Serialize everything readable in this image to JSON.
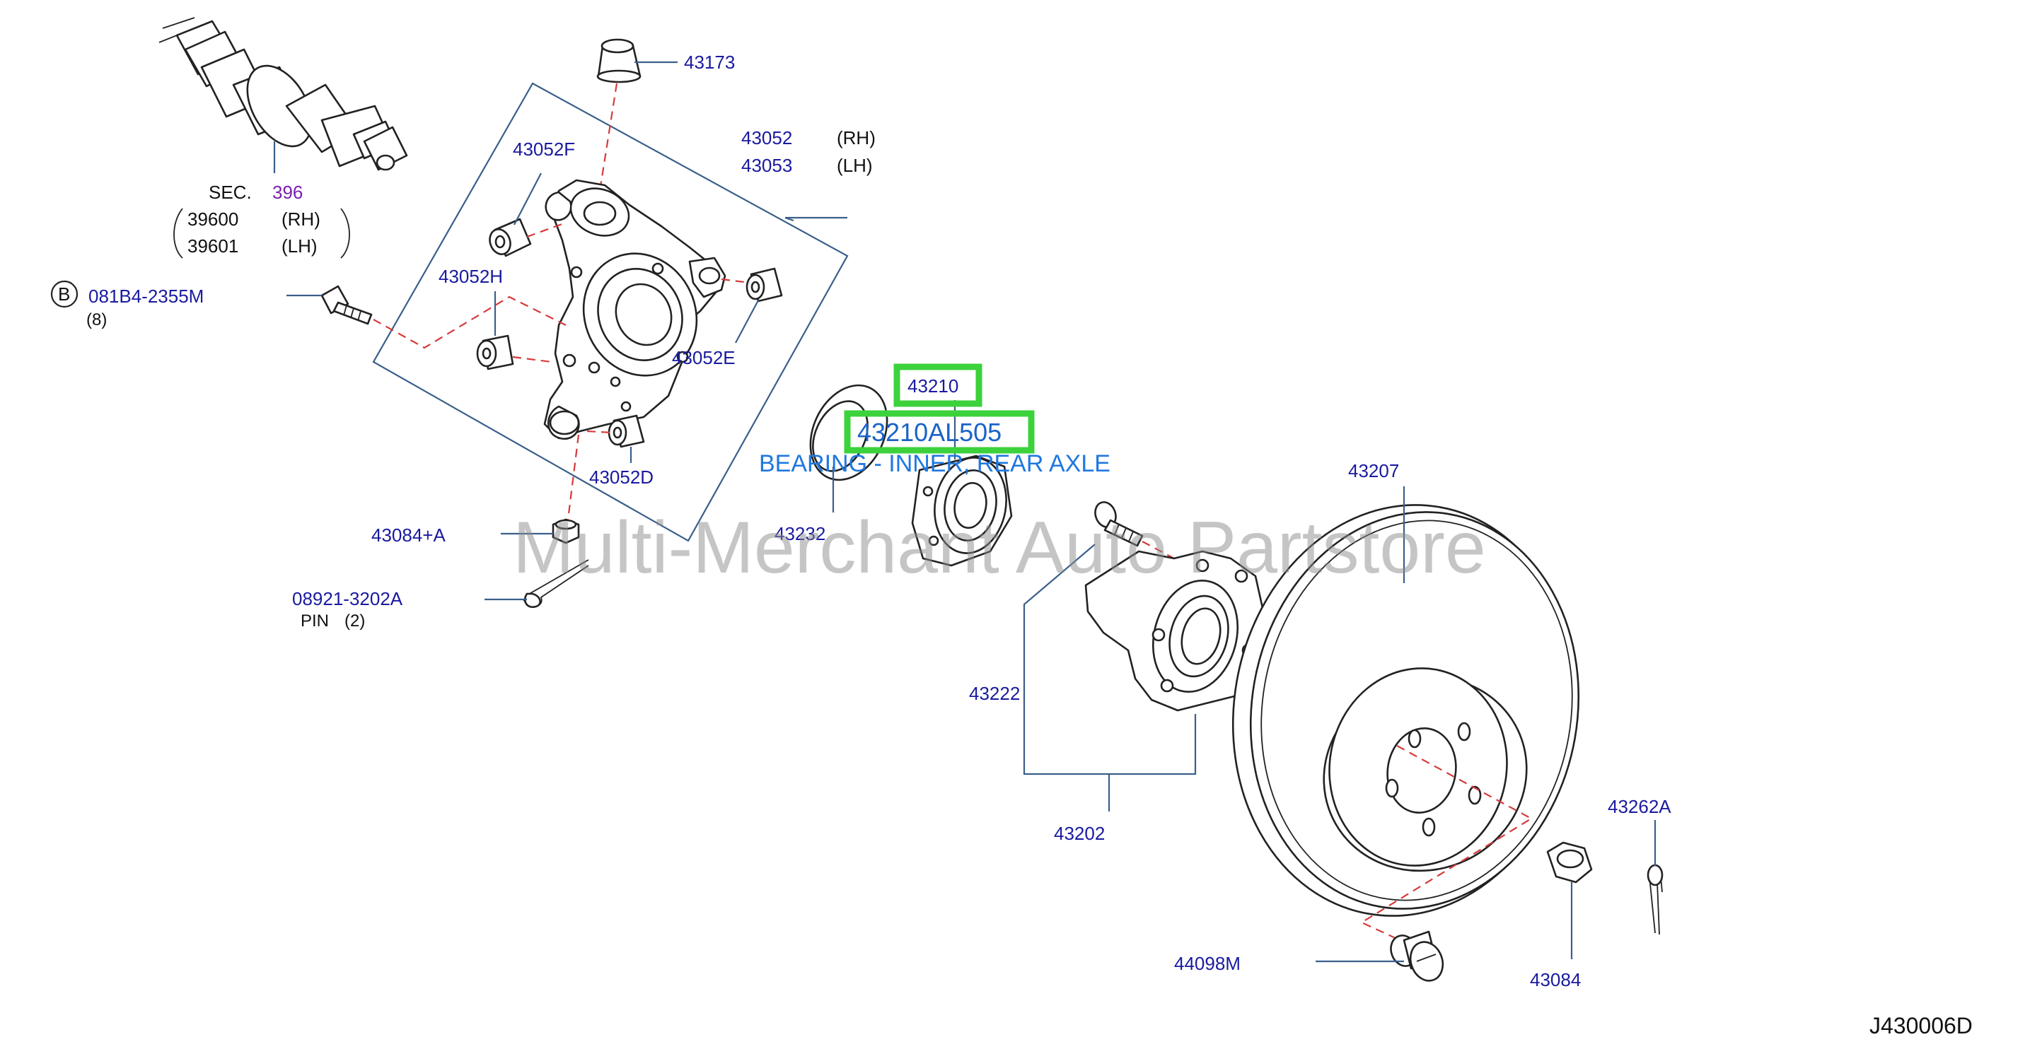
{
  "watermark": "Multi-Merchant Auto Partstore",
  "diagram_code": "J430006D",
  "highlight": {
    "part_number": "43210",
    "sku": "43210AL505",
    "description": "BEARING - INNER, REAR AXLE"
  },
  "labels": {
    "p43173": "43173",
    "p43052": "43052",
    "p43053": "43053",
    "rh": "(RH)",
    "lh": "(LH)",
    "p43052F": "43052F",
    "sec": "SEC.",
    "sec_num": "396",
    "p39600": "39600",
    "p39601": "39601",
    "bolt_badge": "B",
    "bolt": "081B4-2355M",
    "bolt_qty": "(8)",
    "p43052H": "43052H",
    "p43052E": "43052E",
    "p43052D": "43052D",
    "p43232": "43232",
    "p43084A": "43084+A",
    "pin_part": "08921-3202A",
    "pin_text": "PIN",
    "pin_qty": "(2)",
    "p43207": "43207",
    "p43222": "43222",
    "p43202": "43202",
    "p43262A": "43262A",
    "p44098M": "44098M",
    "p43084": "43084"
  }
}
